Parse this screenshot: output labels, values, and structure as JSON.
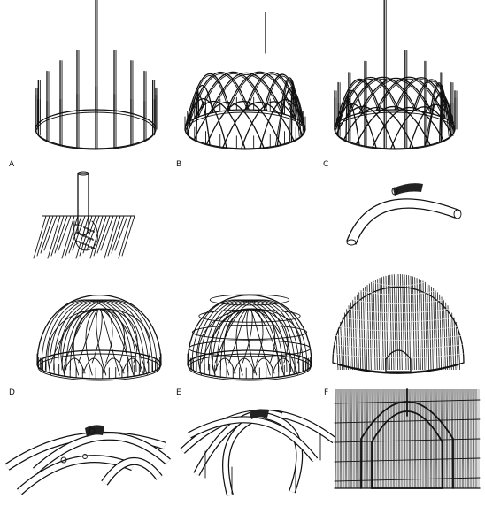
{
  "figure": {
    "panel_labels": {
      "a": "A",
      "b": "B",
      "c": "C",
      "d": "D",
      "e": "E",
      "f": "F"
    },
    "colors": {
      "ink": "#111111",
      "paper": "#ffffff"
    }
  }
}
